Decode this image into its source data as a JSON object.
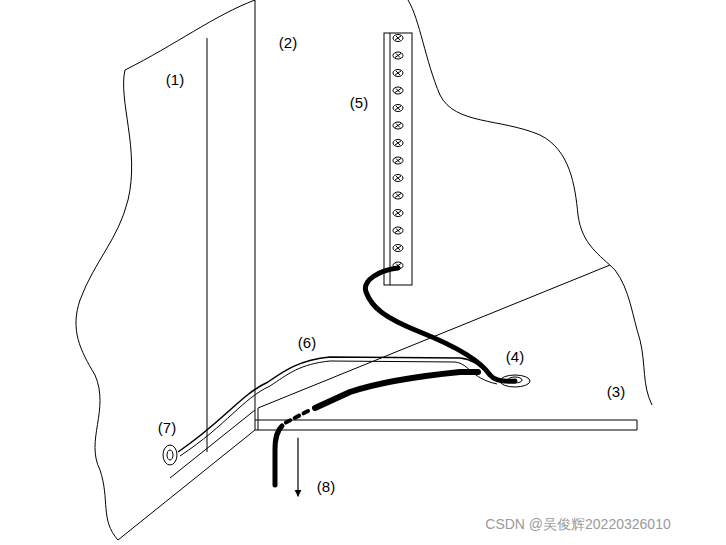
{
  "diagram": {
    "labels": [
      "(1)",
      "(2)",
      "(5)",
      "(4)",
      "(3)",
      "(6)",
      "(7)",
      "(8)",
      "CSDN @吴俊辉20220326010"
    ]
  }
}
